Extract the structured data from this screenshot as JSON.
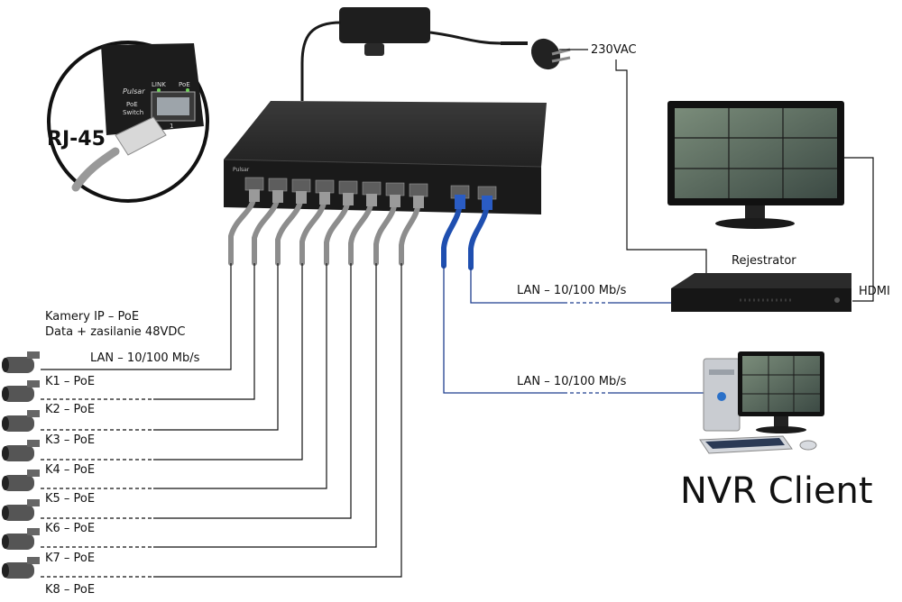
{
  "labels": {
    "power": "230VAC",
    "rj45": "RJ-45",
    "recorder": "Rejestrator",
    "hdmi": "HDMI",
    "lan_recorder": "LAN – 10/100 Mb/s",
    "lan_client": "LAN – 10/100 Mb/s",
    "lan_cameras": "LAN – 10/100 Mb/s",
    "cameras_title": "Kamery IP – PoE",
    "cameras_subtitle": "Data + zasilanie 48VDC",
    "nvr_client": "NVR Client"
  },
  "inset": {
    "brand": "Pulsar",
    "link": "LINK",
    "poe": "PoE",
    "device_line1": "PoE",
    "device_line2": "Switch",
    "port_number": "1"
  },
  "cameras": [
    {
      "label": "K1 – PoE"
    },
    {
      "label": "K2 – PoE"
    },
    {
      "label": "K3 – PoE"
    },
    {
      "label": "K4 – PoE"
    },
    {
      "label": "K5 – PoE"
    },
    {
      "label": "K6 – PoE"
    },
    {
      "label": "K7 – PoE"
    },
    {
      "label": "K8 – PoE"
    }
  ],
  "colors": {
    "camera_cable": "#888888",
    "uplink_cable": "#1f4fb0",
    "device_body": "#1c1c1c"
  },
  "icons": [
    "power-adapter-icon",
    "power-plug-icon",
    "poe-switch-icon",
    "rj45-connector-icon",
    "monitor-icon",
    "nvr-recorder-icon",
    "pc-workstation-icon",
    "ip-camera-icon"
  ]
}
